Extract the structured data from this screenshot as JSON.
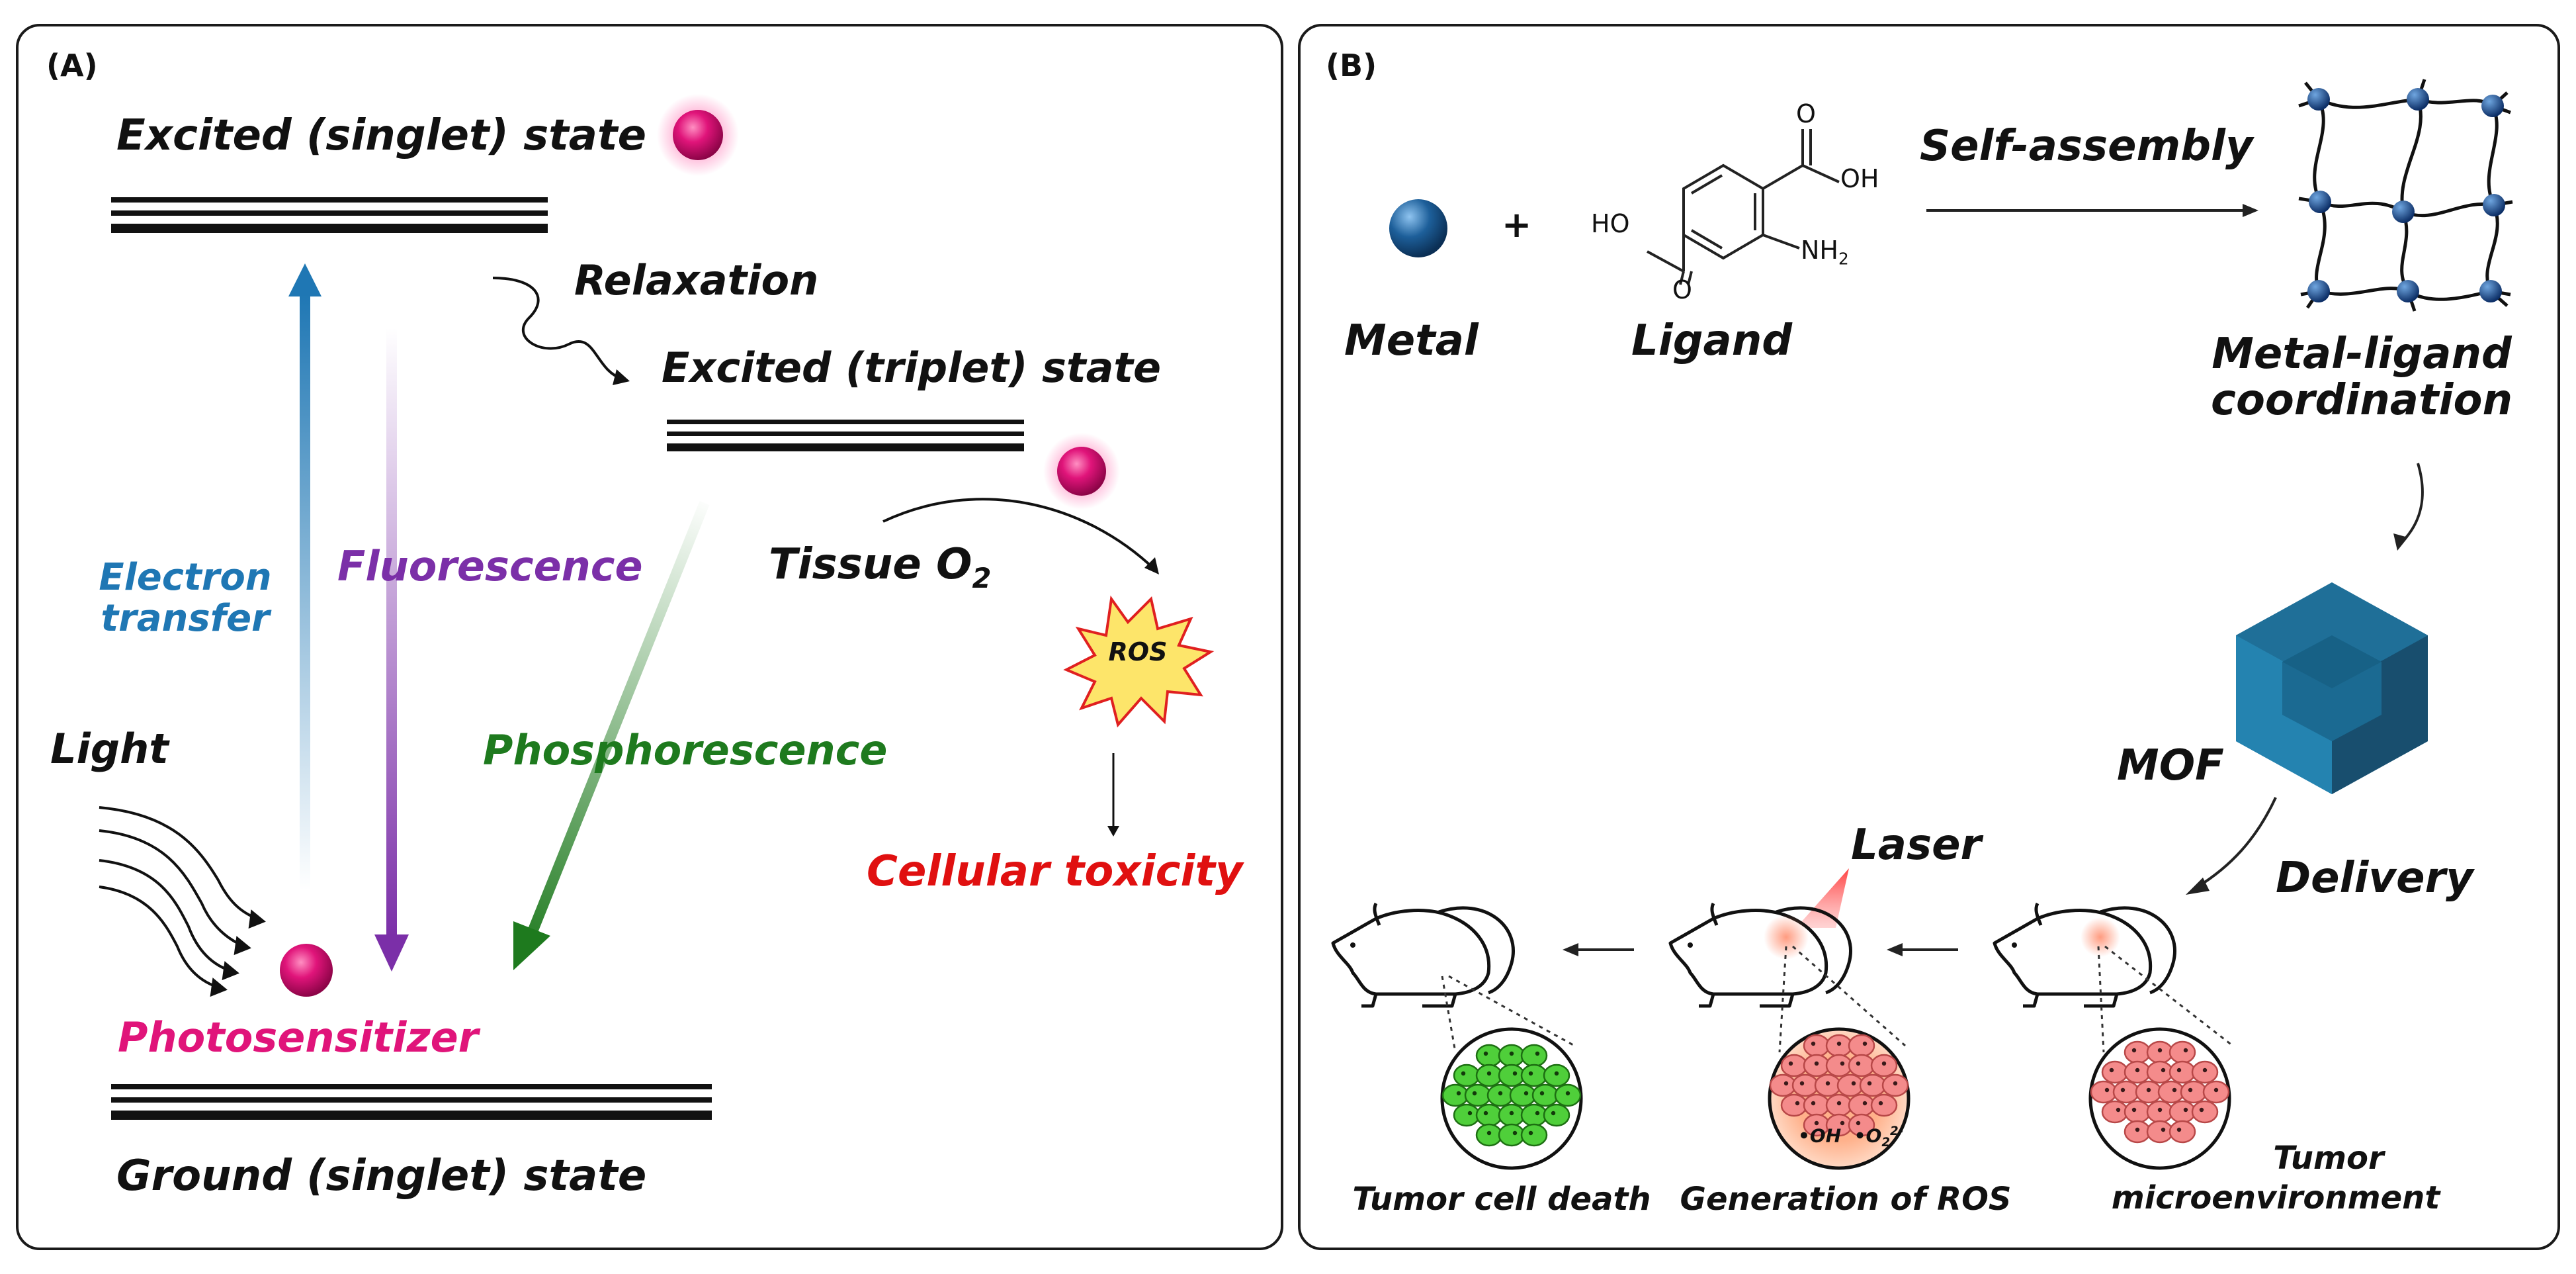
{
  "panel_a": {
    "label": "(A)",
    "excited_singlet": "Excited (singlet) state",
    "relaxation": "Relaxation",
    "excited_triplet": "Excited (triplet) state",
    "electron_transfer_1": "Electron",
    "electron_transfer_2": "transfer",
    "fluorescence": "Fluorescence",
    "tissue_o2": "Tissue O",
    "tissue_o2_sub": "2",
    "ros": "ROS",
    "light": "Light",
    "phosphorescence": "Phosphorescence",
    "cellular_toxicity": "Cellular toxicity",
    "photosensitizer": "Photosensitizer",
    "ground_singlet": "Ground (singlet) state"
  },
  "panel_b": {
    "label": "(B)",
    "plus": "+",
    "metal": "Metal",
    "ligand": "Ligand",
    "ligand_oh_top": "OH",
    "ligand_oh_left": "HO",
    "ligand_nh2": "NH",
    "ligand_nh2_sub": "2",
    "ligand_o_top": "O",
    "ligand_o_bottom": "O",
    "self_assembly": "Self-assembly",
    "coordination_1": "Metal-ligand",
    "coordination_2": "coordination",
    "mof": "MOF",
    "delivery": "Delivery",
    "laser": "Laser",
    "ros_oh": "•OH",
    "ros_o2": "•O",
    "ros_o2_sub": "2",
    "ros_o2_sup": "2-",
    "caption_death": "Tumor cell death",
    "caption_ros": "Generation of ROS",
    "caption_tumor_1": "Tumor",
    "caption_tumor_2": "microenvironment"
  },
  "colors": {
    "electron_transfer": "#1f77b4",
    "fluorescence": "#7b2fa8",
    "phosphorescence": "#1e7a1e",
    "toxicity": "#e01010",
    "photosensitizer": "#e0147a",
    "mof": "#1c6a92",
    "metal": "#1d5f9a"
  }
}
